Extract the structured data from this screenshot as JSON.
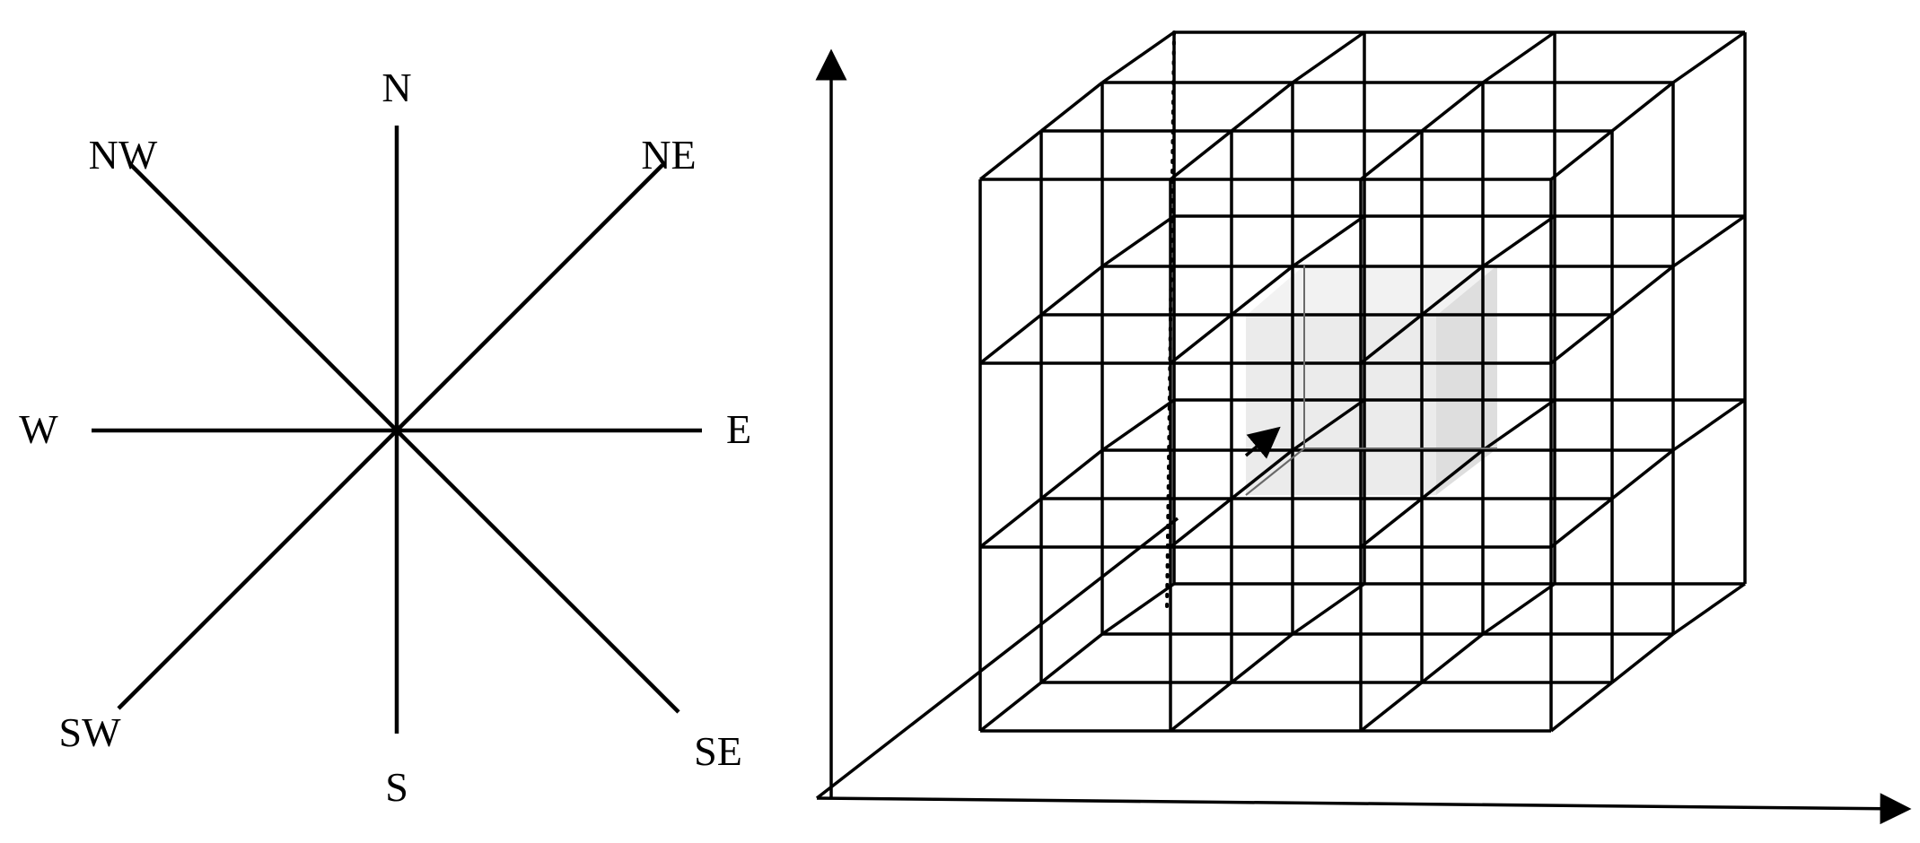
{
  "compass": {
    "n": "N",
    "ne": "NE",
    "e": "E",
    "se": "SE",
    "s": "S",
    "sw": "SW",
    "w": "W",
    "nw": "NW"
  },
  "colors": {
    "stroke": "#000000",
    "highlight_front": "#ebebeb",
    "highlight_side": "#dedede",
    "highlight_top": "#f2f2f2"
  }
}
